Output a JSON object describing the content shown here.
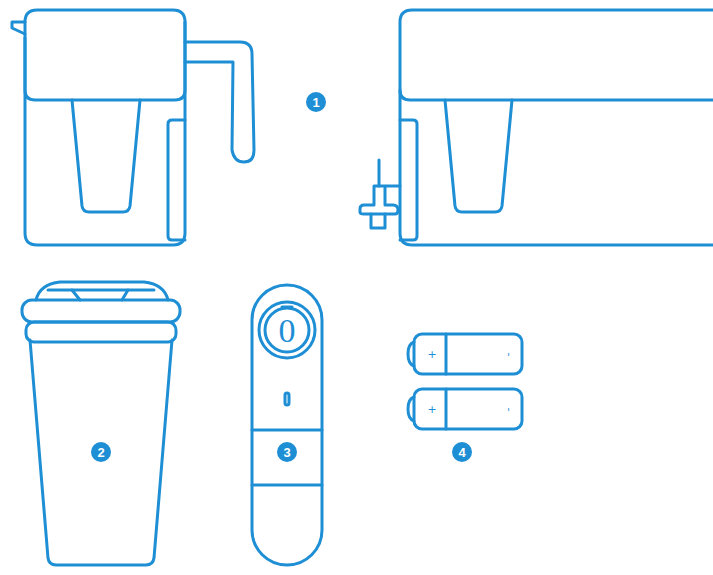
{
  "diagram": {
    "labels": [
      "1",
      "2",
      "3",
      "4",
      "0",
      "+",
      "-",
      "+",
      "-"
    ]
  }
}
